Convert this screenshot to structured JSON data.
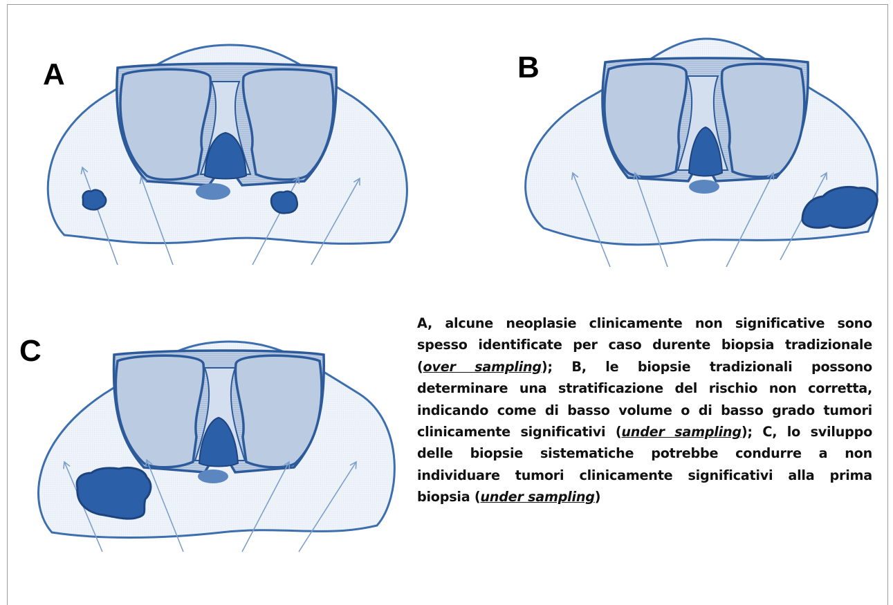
{
  "panels": [
    {
      "id": "A",
      "label": "A"
    },
    {
      "id": "B",
      "label": "B"
    },
    {
      "id": "C",
      "label": "C"
    }
  ],
  "colors": {
    "outline": "#3d6eae",
    "outer_fill": "#eef3f9",
    "gland_fill": "#bacbe2",
    "urethra_fill": "#d3dfee",
    "tumor_fill": "#2b5fa8",
    "tumor_stroke": "#1d447f",
    "arrow": "#7d9fcc"
  },
  "caption": {
    "a_label": "A",
    "a_text": ", alcune neoplasie clinicamente non significative sono spesso identificate per caso durente biopsia tradizionale (",
    "a_term": "over sampling",
    "a_close": "); ",
    "b_label": "B",
    "b_text": ", le biopsie tradizionali possono determinare una stratificazione del rischio non corretta, indicando come di basso volume o di basso grado tumori clinicamente significativi (",
    "b_term": "under sampling",
    "b_close": "); ",
    "c_label": "C",
    "c_text": ", lo sviluppo delle biopsie sistematiche potrebbe condurre a non individuare tumori clinicamente significativi alla prima biopsia (",
    "c_term": "under sampling",
    "c_close": ")"
  }
}
